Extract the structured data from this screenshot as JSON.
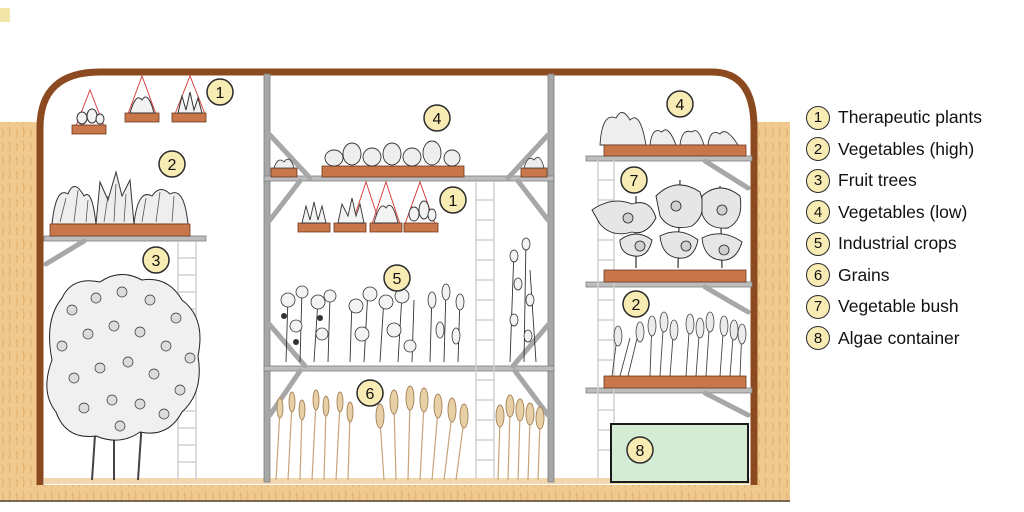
{
  "legend": [
    {
      "num": "1",
      "label": "Therapeutic plants"
    },
    {
      "num": "2",
      "label": "Vegetables (high)"
    },
    {
      "num": "3",
      "label": "Fruit trees"
    },
    {
      "num": "4",
      "label": "Vegetables (low)"
    },
    {
      "num": "5",
      "label": "Industrial crops"
    },
    {
      "num": "6",
      "label": "Grains"
    },
    {
      "num": "7",
      "label": "Vegetable bush"
    },
    {
      "num": "8",
      "label": "Algae container"
    }
  ],
  "markers": {
    "m1_left": "1",
    "m2_left": "2",
    "m3_left": "3",
    "m4_center": "4",
    "m1_center": "1",
    "m5_center": "5",
    "m6_center": "6",
    "m4_right": "4",
    "m7_right": "7",
    "m2_right": "2",
    "m8_right": "8"
  },
  "colors": {
    "soil": "#f0c98e",
    "wall": "#8b4a1f",
    "frame": "#a7a7a7",
    "planter": "#c8764a",
    "marker_fill": "#f8ecb4",
    "algae": "#d4ecd3"
  }
}
